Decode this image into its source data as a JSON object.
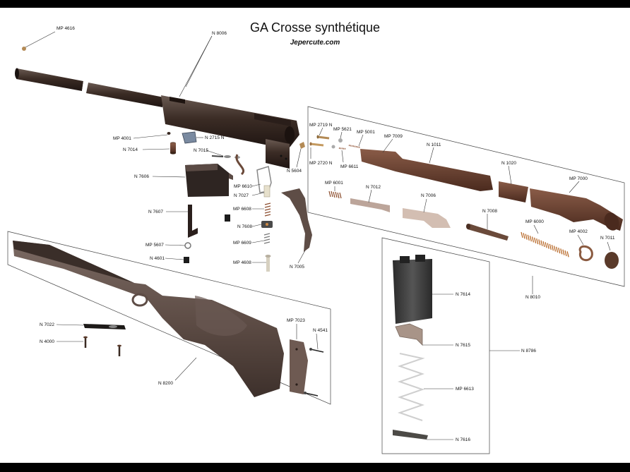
{
  "title": "GA Crosse synthétique",
  "website": "Jepercute.com",
  "colors": {
    "background": "#ffffff",
    "border": "#000000",
    "metal_dark": "#3b2c25",
    "stock": "#5e4d46",
    "brass": "#b38a55"
  },
  "labels": {
    "mp4616": "MP 4616",
    "n8006": "N 8006",
    "mp4001": "MP 4001",
    "n2715": "N 2715 N",
    "n7014": "N 7014",
    "n7015": "N 7015",
    "n5604": "N 5604",
    "n7606": "N 7606",
    "mp6610": "MP 6610",
    "n7027": "N 7027",
    "mp6608": "MP 6608",
    "n7608": "N 7608",
    "mp6609": "MP 6609",
    "mp4608": "MP 4608",
    "n7005": "N 7005",
    "n7607": "N 7607",
    "mp5607": "MP 5607",
    "n4601": "N 4601",
    "mp2719": "MP 2719 N",
    "mp5621": "MP 5621",
    "mp5001": "MP 5001",
    "mp7009": "MP 7009",
    "n1011": "N 1011",
    "n1020": "N 1020",
    "mp7000": "MP 7000",
    "mp2720": "MP 2720 N",
    "mp6611": "MP 6611",
    "mp6001": "MP 6001",
    "n7012": "N 7012",
    "n7006": "N 7006",
    "n7008": "N 7008",
    "mp6000": "MP 6000",
    "mp4002": "MP 4002",
    "n7011": "N 7011",
    "n8010": "N 8010",
    "n7614": "N 7614",
    "n7615": "N 7615",
    "n8786": "N 8786",
    "mp6613": "MP 6613",
    "n7616": "N 7616",
    "n7022": "N 7022",
    "n4000": "N 4000",
    "mp7023": "MP 7023",
    "n4541": "N 4541",
    "n8200": "N 8200"
  }
}
